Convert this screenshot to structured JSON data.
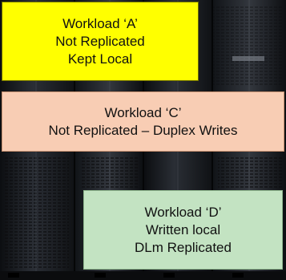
{
  "workloads": {
    "a": {
      "title": "Workload ‘A’",
      "line2": "Not Replicated",
      "line3": "Kept Local",
      "color": "#ffff00"
    },
    "c": {
      "title": "Workload ‘C’",
      "line2": "Not Replicated – Duplex Writes",
      "color": "#f8cdb4"
    },
    "d": {
      "title": "Workload ‘D’",
      "line2": "Written local",
      "line3": "DLm Replicated",
      "color": "#c3e3c2"
    }
  },
  "background": {
    "description_icon": "server-rack-photo",
    "base_color": "#1a1d22"
  }
}
